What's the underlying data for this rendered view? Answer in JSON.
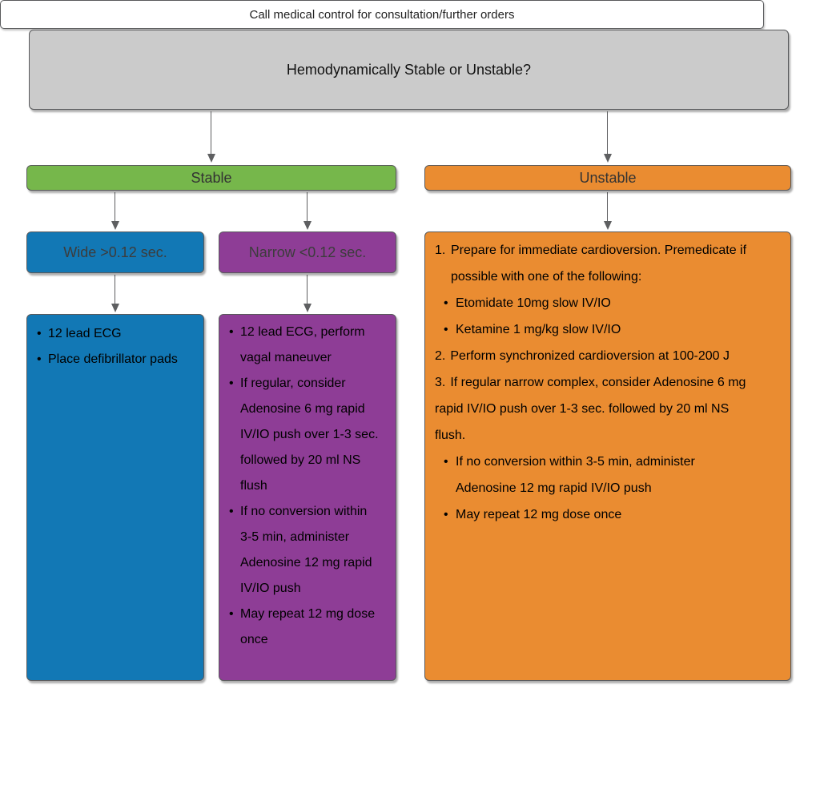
{
  "glyphs": {
    "bullet": "•"
  },
  "question": {
    "text": "Hemodynamically Stable or Unstable?"
  },
  "branches": {
    "stable": {
      "label": "Stable",
      "color": "#76b74b"
    },
    "unstable": {
      "label": "Unstable",
      "color": "#ea8c31"
    }
  },
  "wide": {
    "header": "Wide >0.12 sec.",
    "color": "#1278b5",
    "items": [
      "12 lead ECG",
      "Place defibrillator pads"
    ]
  },
  "narrow": {
    "header": "Narrow <0.12 sec.",
    "color": "#8e3d96",
    "items": [
      "12 lead ECG, perform vagal maneuver",
      "If regular, consider Adenosine 6 mg rapid IV/IO push over 1-3 sec. followed by 20 ml NS flush",
      "If no conversion within 3-5 min, administer Adenosine 12 mg rapid IV/IO push",
      "May repeat 12 mg dose once"
    ]
  },
  "unstable_box": {
    "color": "#ea8c31",
    "steps": [
      {
        "marker": "1.",
        "text": "Prepare for immediate cardioversion. Premedicate if possible with one of the following:"
      },
      {
        "marker": "•",
        "text": "Etomidate 10mg slow IV/IO"
      },
      {
        "marker": "•",
        "text": "Ketamine 1 mg/kg slow IV/IO"
      },
      {
        "marker": "2.",
        "text": "Perform synchronized cardioversion at 100-200 J"
      },
      {
        "marker": "3.",
        "text": "If regular narrow complex, consider Adenosine 6 mg rapid IV/IO push over 1-3 sec. followed by 20 ml NS flush."
      },
      {
        "marker": "•",
        "text": "If no conversion within 3-5 min, administer Adenosine 12 mg rapid IV/IO push"
      },
      {
        "marker": "•",
        "text": "May repeat 12 mg dose once"
      }
    ]
  },
  "footer": {
    "text": "Call medical control for consultation/further orders"
  }
}
